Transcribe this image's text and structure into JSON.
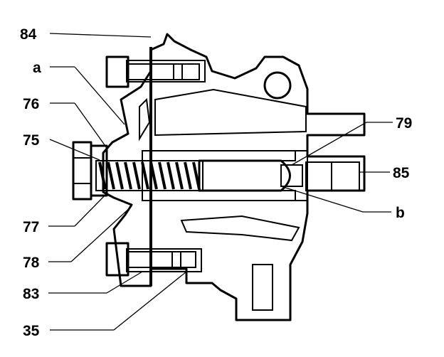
{
  "labels": {
    "l84": "84",
    "la": "a",
    "l76": "76",
    "l75": "75",
    "l77": "77",
    "l78": "78",
    "l83": "83",
    "l35": "35",
    "l79": "79",
    "l85": "85",
    "lb": "b"
  },
  "colors": {
    "ink": "#000000",
    "paper": "#ffffff"
  }
}
